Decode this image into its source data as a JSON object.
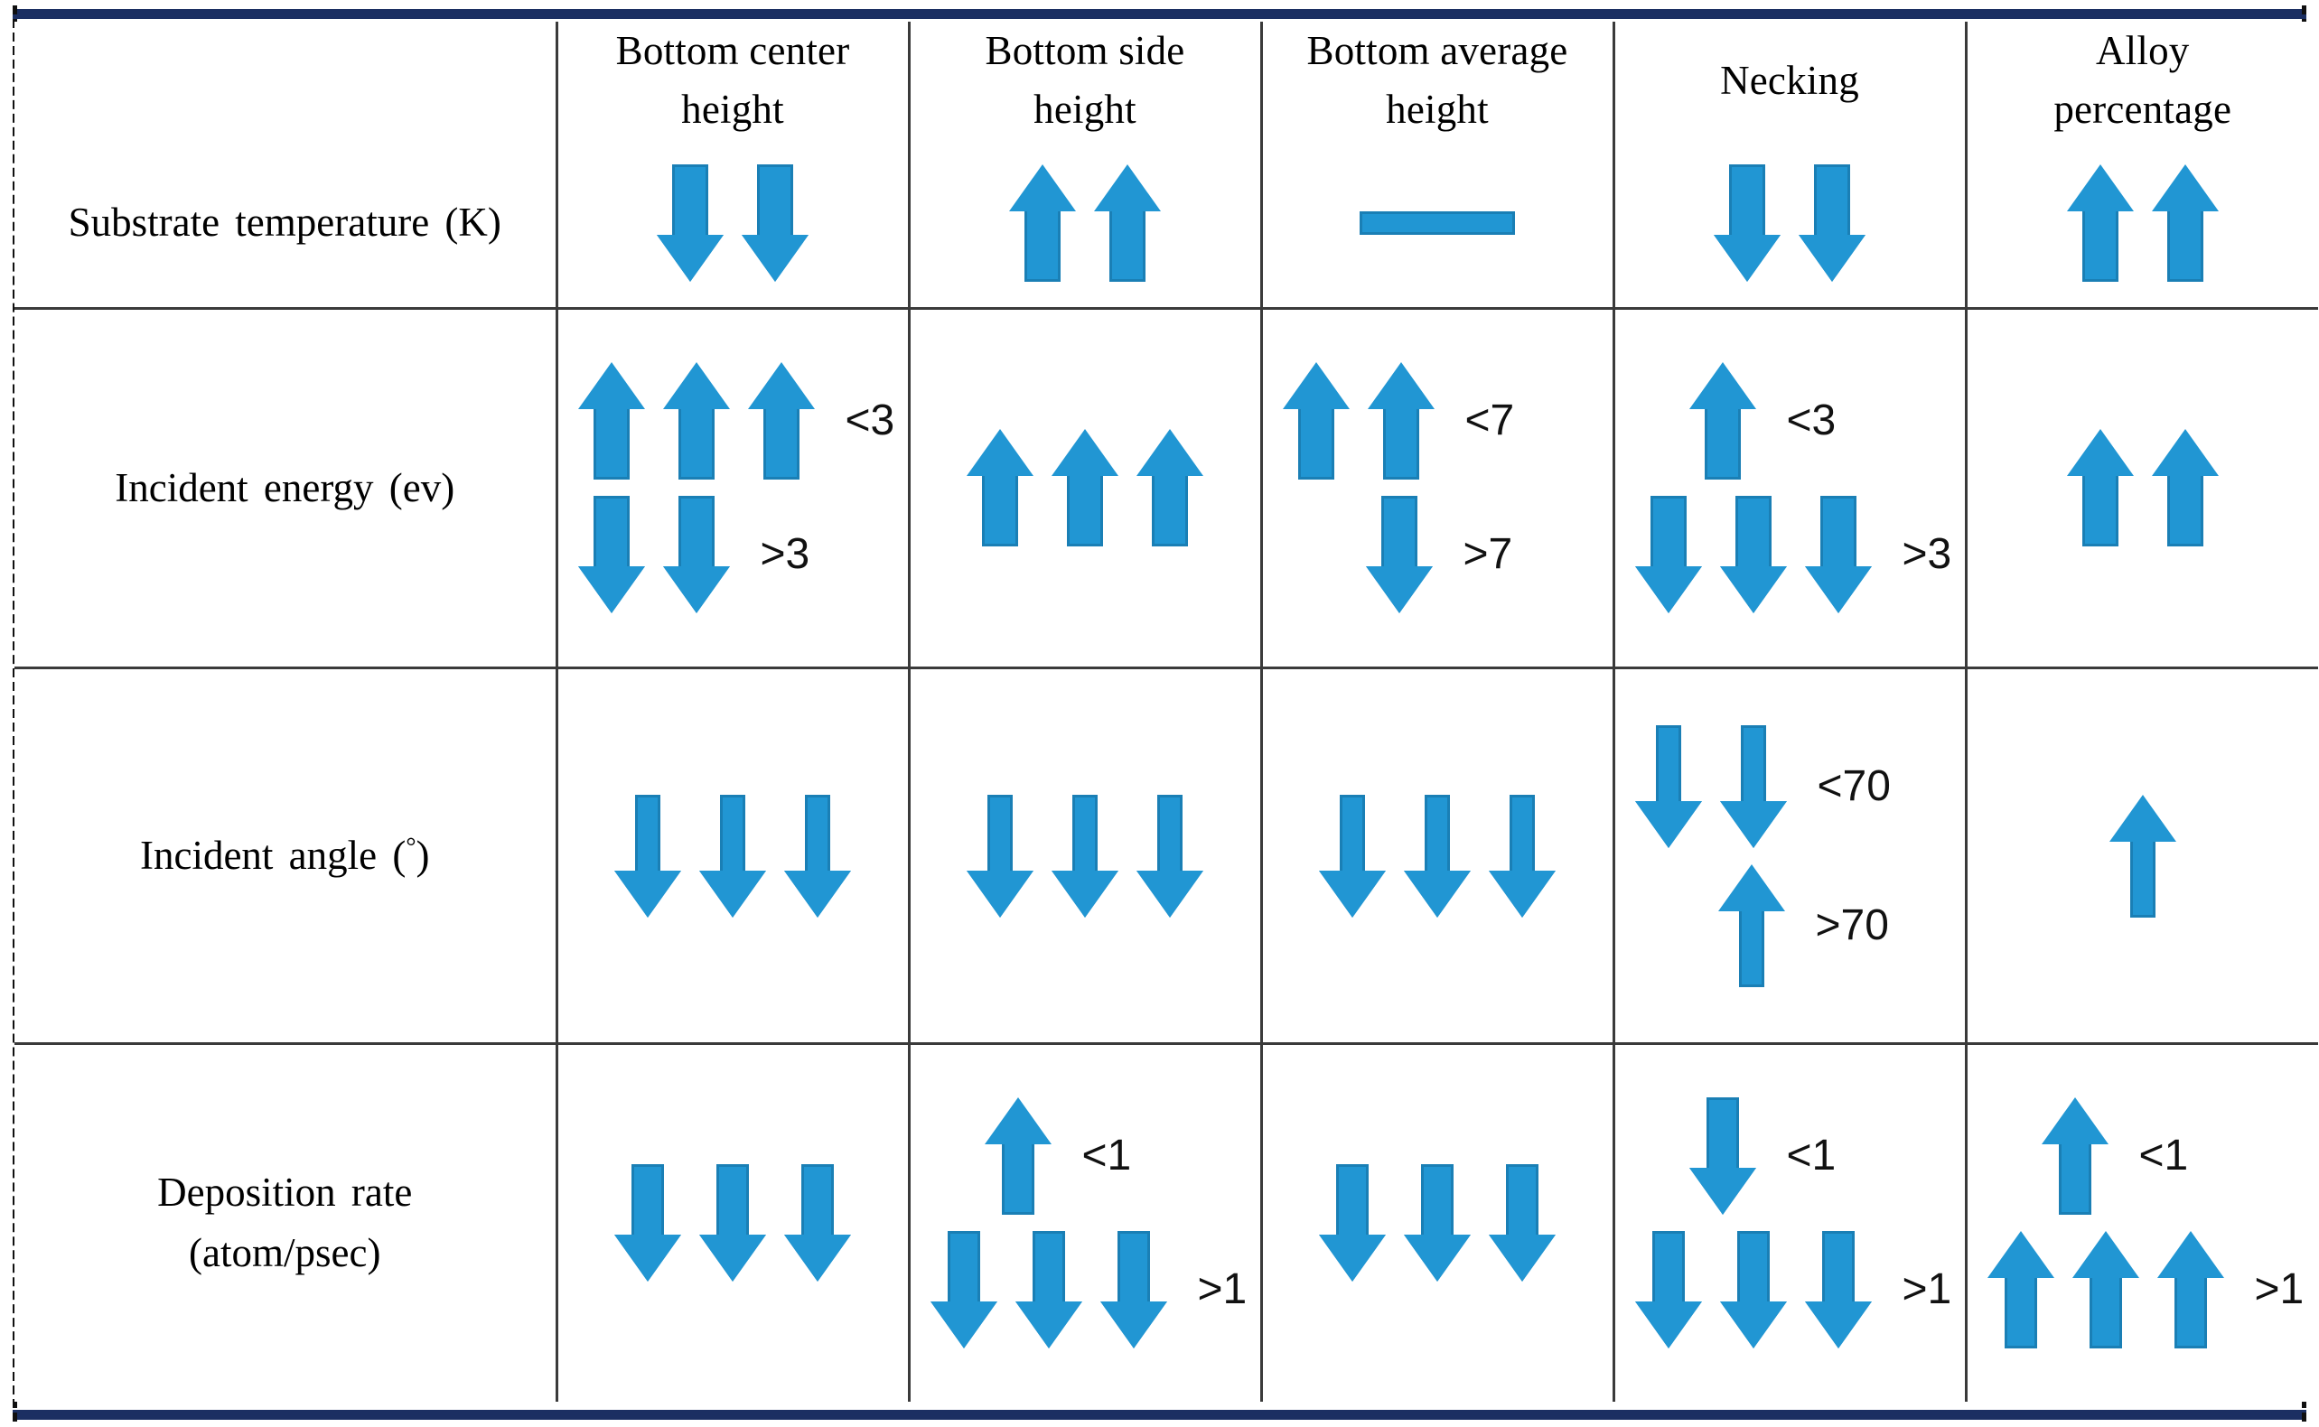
{
  "figure": {
    "kind": "summary-matrix-table",
    "accent_blue": "#2196d3",
    "accent_blue_outline": "#1a7fb5",
    "frame_navy": "#1b2f62",
    "grid_gray": "#3a3a3a"
  },
  "table": {
    "corner_header": "",
    "column_headers": [
      "Bottom center\nheight",
      "Bottom side\nheight",
      "Bottom average\nheight",
      "Necking",
      "Alloy\npercentage"
    ],
    "column_headers_flat": [
      "Bottom center height",
      "Bottom side height",
      "Bottom average height",
      "Necking",
      "Alloy percentage"
    ],
    "row_headers": [
      "Substrate temperature (K)",
      "Incident energy (ev)",
      "Incident angle (°)",
      "Deposition rate (atom/psec)"
    ],
    "rows": [
      {
        "label": "Substrate temperature (K)",
        "label_lines": [
          "Substrate temperature (K)"
        ],
        "cells": [
          {
            "column": "Bottom center height",
            "groups": [
              {
                "direction": "down",
                "count": 2,
                "condition": ""
              }
            ]
          },
          {
            "column": "Bottom side height",
            "groups": [
              {
                "direction": "up",
                "count": 2,
                "condition": ""
              }
            ]
          },
          {
            "column": "Bottom average height",
            "groups": [
              {
                "direction": "flat",
                "count": 1,
                "condition": ""
              }
            ]
          },
          {
            "column": "Necking",
            "groups": [
              {
                "direction": "down",
                "count": 2,
                "condition": ""
              }
            ]
          },
          {
            "column": "Alloy percentage",
            "groups": [
              {
                "direction": "up",
                "count": 2,
                "condition": ""
              }
            ]
          }
        ]
      },
      {
        "label": "Incident energy (ev)",
        "label_lines": [
          "Incident energy (ev)"
        ],
        "cells": [
          {
            "column": "Bottom center height",
            "groups": [
              {
                "direction": "up",
                "count": 3,
                "condition": "<3"
              },
              {
                "direction": "down",
                "count": 2,
                "condition": ">3"
              }
            ]
          },
          {
            "column": "Bottom side height",
            "groups": [
              {
                "direction": "up",
                "count": 3,
                "condition": ""
              }
            ]
          },
          {
            "column": "Bottom average height",
            "groups": [
              {
                "direction": "up",
                "count": 2,
                "condition": "<7"
              },
              {
                "direction": "down",
                "count": 1,
                "condition": ">7"
              }
            ]
          },
          {
            "column": "Necking",
            "groups": [
              {
                "direction": "up",
                "count": 1,
                "condition": "<3"
              },
              {
                "direction": "down",
                "count": 3,
                "condition": ">3"
              }
            ]
          },
          {
            "column": "Alloy percentage",
            "groups": [
              {
                "direction": "up",
                "count": 2,
                "condition": ""
              }
            ]
          }
        ]
      },
      {
        "label": "Incident angle (°)",
        "label_lines": [
          "Incident angle (°)"
        ],
        "cells": [
          {
            "column": "Bottom center height",
            "groups": [
              {
                "direction": "down",
                "count": 3,
                "condition": ""
              }
            ]
          },
          {
            "column": "Bottom side height",
            "groups": [
              {
                "direction": "down",
                "count": 3,
                "condition": ""
              }
            ]
          },
          {
            "column": "Bottom average height",
            "groups": [
              {
                "direction": "down",
                "count": 3,
                "condition": ""
              }
            ]
          },
          {
            "column": "Necking",
            "groups": [
              {
                "direction": "down",
                "count": 2,
                "condition": "<70"
              },
              {
                "direction": "up",
                "count": 1,
                "condition": ">70"
              }
            ]
          },
          {
            "column": "Alloy percentage",
            "groups": [
              {
                "direction": "up",
                "count": 1,
                "condition": ""
              }
            ]
          }
        ]
      },
      {
        "label": "Deposition rate (atom/psec)",
        "label_lines": [
          "Deposition rate",
          "(atom/psec)"
        ],
        "cells": [
          {
            "column": "Bottom center height",
            "groups": [
              {
                "direction": "down",
                "count": 3,
                "condition": ""
              }
            ]
          },
          {
            "column": "Bottom side height",
            "groups": [
              {
                "direction": "up",
                "count": 1,
                "condition": "<1"
              },
              {
                "direction": "down",
                "count": 3,
                "condition": ">1"
              }
            ]
          },
          {
            "column": "Bottom average height",
            "groups": [
              {
                "direction": "down",
                "count": 3,
                "condition": ""
              }
            ]
          },
          {
            "column": "Necking",
            "groups": [
              {
                "direction": "down",
                "count": 1,
                "condition": "<1"
              },
              {
                "direction": "down",
                "count": 3,
                "condition": ">1"
              }
            ]
          },
          {
            "column": "Alloy percentage",
            "groups": [
              {
                "direction": "up",
                "count": 1,
                "condition": "<1"
              },
              {
                "direction": "up",
                "count": 3,
                "condition": ">1"
              }
            ]
          }
        ]
      }
    ]
  }
}
